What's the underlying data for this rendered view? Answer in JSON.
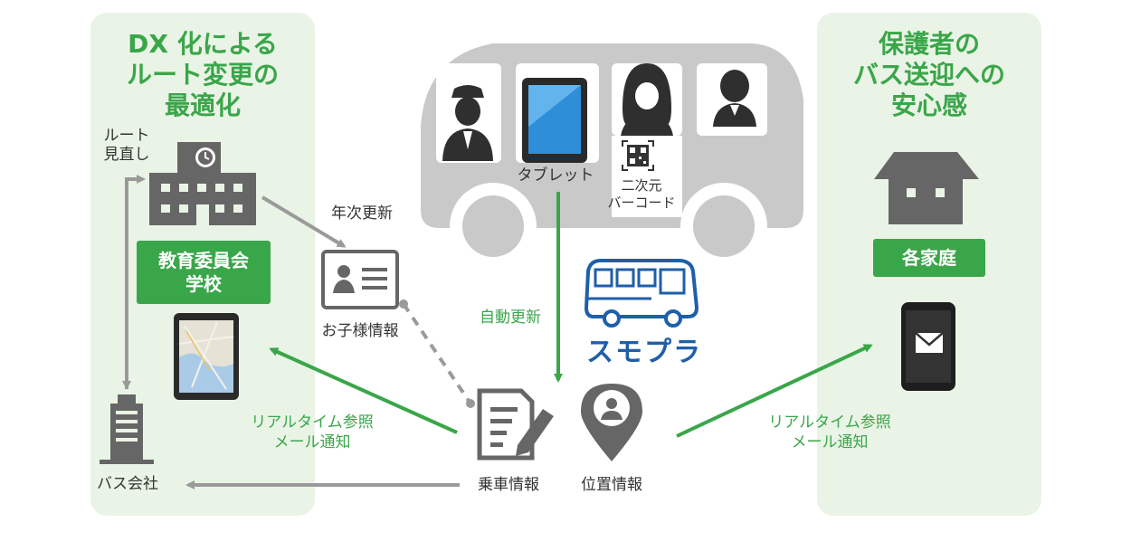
{
  "left_panel": {
    "title": "DX 化による\nルート変更の\n最適化",
    "route_label": "ルート\n見直し",
    "board_box": "教育委員会\n学校",
    "bus_company": "バス会社"
  },
  "right_panel": {
    "title": "保護者の\nバス送迎への\n安心感",
    "home_box": "各家庭"
  },
  "center": {
    "tablet_label": "タブレット",
    "barcode_label": "二次元\nバーコード",
    "auto_update": "自動更新",
    "yearly_update": "年次更新",
    "child_info": "お子様情報",
    "brand": "スモプラ",
    "boarding_info": "乗車情報",
    "location_info": "位置情報",
    "realtime_left": "リアルタイム参照\nメール通知",
    "realtime_right": "リアルタイム参照\nメール通知"
  },
  "colors": {
    "green": "#3aa64a",
    "panel_bg": "#eaf4e6",
    "gray": "#666666",
    "bus_gray": "#c9c9c9",
    "brand_blue": "#1f5fa8"
  }
}
